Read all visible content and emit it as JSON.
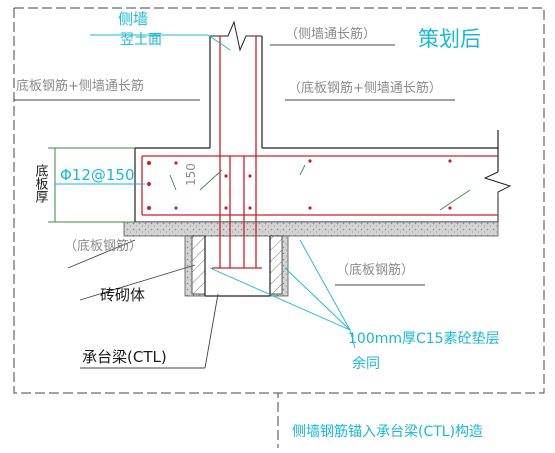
{
  "labels": {
    "side_wall_top": "侧墙",
    "side_wall_mid": "翌土面",
    "after_plan": "策划后",
    "base_side_left": "底板钢筋+侧墙通长筋",
    "wall_through_top": "（侧墙通长筋）",
    "base_side_right": "（底板钢筋+侧墙通长筋）",
    "slab_thickness": "底板厚",
    "rebar_spec": "Φ12@150",
    "dim_150": "150",
    "base_rebar_left": "（底板钢筋）",
    "brick_mold": "砖砌体",
    "pile_cap": "承台梁(CTL)",
    "base_rebar_right": "（底板钢筋）",
    "cushion": "100mm厚C15素砼垫层",
    "same_remark": "余同",
    "caption": "侧墙钢筋锚入承台梁(CTL)构造"
  },
  "colors": {
    "line": "#222222",
    "rebar": "#c8202a",
    "accent": "#18b8d8",
    "concrete": "#bfbfbf",
    "gray_text": "#8c8c8c"
  }
}
